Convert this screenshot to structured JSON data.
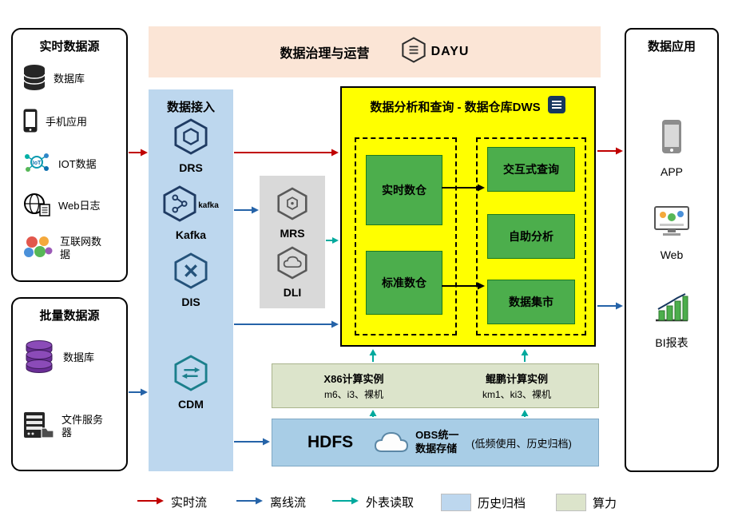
{
  "banner": {
    "title": "数据治理与运营",
    "logo": "DAYU"
  },
  "realtime_sources": {
    "title": "实时数据源",
    "items": [
      {
        "label": "数据库",
        "icon": "database-icon"
      },
      {
        "label": "手机应用",
        "icon": "mobile-icon"
      },
      {
        "label": "IOT数据",
        "icon": "iot-icon"
      },
      {
        "label": "Web日志",
        "icon": "weblog-icon"
      },
      {
        "label": "互联网数据",
        "icon": "internet-data-icon"
      }
    ]
  },
  "batch_sources": {
    "title": "批量数据源",
    "items": [
      {
        "label": "数据库",
        "icon": "database-purple-icon"
      },
      {
        "label": "文件服务器",
        "icon": "file-server-icon"
      }
    ]
  },
  "ingest": {
    "title": "数据接入",
    "items": [
      {
        "label": "DRS"
      },
      {
        "label": "Kafka",
        "icon_text": "kafka"
      },
      {
        "label": "DIS"
      },
      {
        "label": "CDM"
      }
    ]
  },
  "processing": {
    "items": [
      {
        "label": "MRS"
      },
      {
        "label": "DLI"
      }
    ]
  },
  "dws": {
    "title": "数据分析和查询 - 数据仓库DWS",
    "realtime_dw": "实时数仓",
    "standard_dw": "标准数仓",
    "interactive_query": "交互式查询",
    "self_service": "自助分析",
    "data_mart": "数据集市"
  },
  "compute": {
    "x86_title": "X86计算实例",
    "x86_sub": "m6、i3、裸机",
    "kunpeng_title": "鲲鹏计算实例",
    "kunpeng_sub": "km1、ki3、裸机"
  },
  "storage": {
    "hdfs": "HDFS",
    "obs": "OBS统一数据存储",
    "note": "(低频使用、历史归档)"
  },
  "apps": {
    "title": "数据应用",
    "items": [
      {
        "label": "APP"
      },
      {
        "label": "Web"
      },
      {
        "label": "BI报表"
      }
    ]
  },
  "legend": {
    "realtime": "实时流",
    "offline": "离线流",
    "external": "外表读取",
    "history": "历史归档",
    "compute": "算力"
  },
  "colors": {
    "realtime_flow": "#c00000",
    "offline_flow": "#2563a8",
    "external_read": "#00a99d",
    "internal_flow": "#000000",
    "history_fill": "#bdd7ee",
    "compute_fill": "#dce4cb",
    "dws_fill": "#ffff00",
    "green_box": "#4cae4c",
    "ingest_fill": "#bdd7ee",
    "banner_fill": "#fbe5d6",
    "processing_fill": "#d9d9d9",
    "hdfs_fill": "#a8cde6"
  }
}
